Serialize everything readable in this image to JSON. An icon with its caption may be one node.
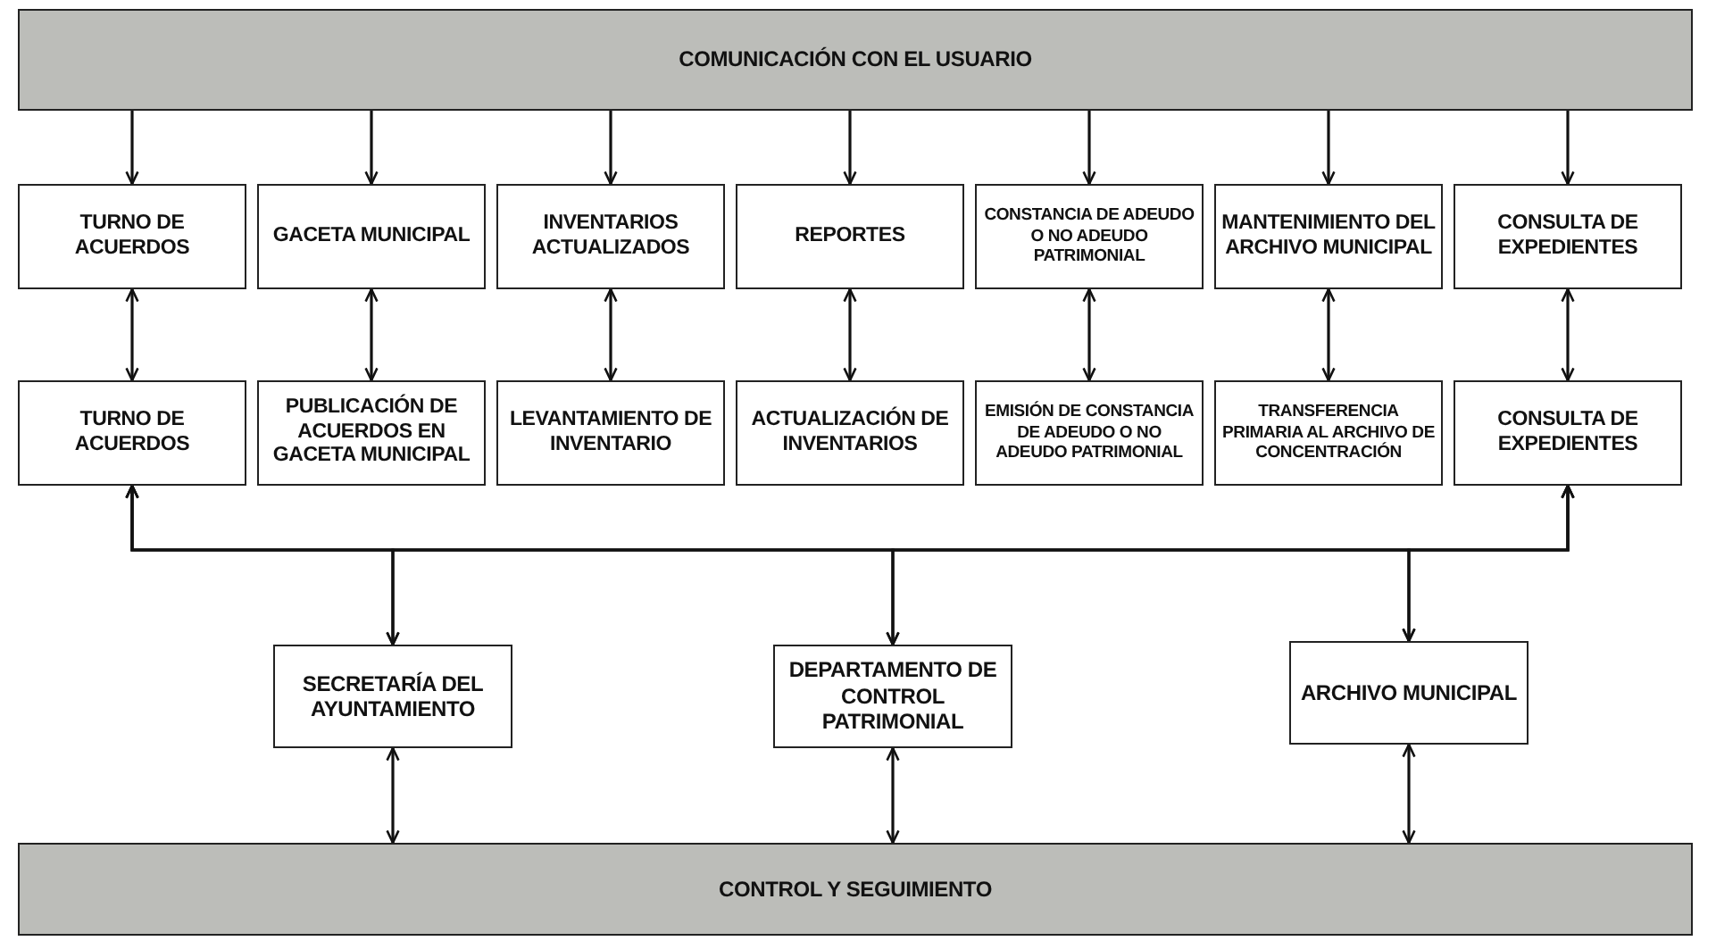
{
  "diagram": {
    "nodes": [
      {
        "text": [
          "COMUNICACIÓN CON EL USUARIO"
        ]
      },
      {
        "text": [
          "TURNO DE ACUERDOS"
        ]
      },
      {
        "text": [
          "GACETA MUNICIPAL"
        ]
      },
      {
        "text": [
          "INVENTARIOS ACTUALIZADOS"
        ]
      },
      {
        "text": [
          "REPORTES"
        ]
      },
      {
        "text": [
          "CONSTANCIA DE ADEUDO O NO ADEUDO PATRIMONIAL"
        ]
      },
      {
        "text": [
          "MANTENIMIENTO DEL ARCHIVO MUNICIPAL"
        ]
      },
      {
        "text": [
          "CONSULTA DE EXPEDIENTES"
        ]
      },
      {
        "text": [
          "TURNO DE ACUERDOS"
        ]
      },
      {
        "text": [
          "PUBLICACIÓN DE ACUERDOS EN GACETA MUNICIPAL"
        ]
      },
      {
        "text": [
          "LEVANTAMIENTO DE INVENTARIO"
        ]
      },
      {
        "text": [
          "ACTUALIZACIÓN DE INVENTARIOS"
        ]
      },
      {
        "text": [
          "EMISIÓN DE CONSTANCIA DE ADEUDO O NO ADEUDO PATRIMONIAL"
        ]
      },
      {
        "text": [
          "TRANSFERENCIA PRIMARIA AL ARCHIVO DE CONCENTRACIÓN"
        ]
      },
      {
        "text": [
          "CONSULTA DE EXPEDIENTES"
        ]
      },
      {
        "text": [
          "SECRETARÍA DEL AYUNTAMIENTO"
        ]
      },
      {
        "text": [
          "DEPARTAMENTO DE CONTROL PATRIMONIAL"
        ]
      },
      {
        "text": [
          "ARCHIVO MUNICIPAL"
        ]
      },
      {
        "text": [
          "CONTROL Y SEGUIMIENTO"
        ]
      }
    ],
    "edges": [
      {
        "from": 0,
        "to": 1,
        "arrow": "to"
      },
      {
        "from": 0,
        "to": 2,
        "arrow": "to"
      },
      {
        "from": 0,
        "to": 3,
        "arrow": "to"
      },
      {
        "from": 0,
        "to": 4,
        "arrow": "to"
      },
      {
        "from": 0,
        "to": 5,
        "arrow": "to"
      },
      {
        "from": 0,
        "to": 6,
        "arrow": "to"
      },
      {
        "from": 0,
        "to": 7,
        "arrow": "to"
      },
      {
        "from": 1,
        "to": 8,
        "arrow": "both"
      },
      {
        "from": 2,
        "to": 9,
        "arrow": "both"
      },
      {
        "from": 3,
        "to": 10,
        "arrow": "both"
      },
      {
        "from": 4,
        "to": 11,
        "arrow": "both"
      },
      {
        "from": 5,
        "to": 12,
        "arrow": "both"
      },
      {
        "from": 6,
        "to": 13,
        "arrow": "both"
      },
      {
        "from": 7,
        "to": 14,
        "arrow": "both"
      },
      {
        "from": 15,
        "to": 8,
        "arrow": "both"
      },
      {
        "from": 15,
        "to": 14,
        "arrow": "both"
      },
      {
        "from": 16,
        "to": 8,
        "arrow": "both"
      },
      {
        "from": 16,
        "to": 14,
        "arrow": "both"
      },
      {
        "from": 17,
        "to": 8,
        "arrow": "both"
      },
      {
        "from": 17,
        "to": 14,
        "arrow": "both"
      },
      {
        "from": 15,
        "to": 18,
        "arrow": "both"
      },
      {
        "from": 16,
        "to": 18,
        "arrow": "both"
      },
      {
        "from": 17,
        "to": 18,
        "arrow": "both"
      }
    ]
  }
}
